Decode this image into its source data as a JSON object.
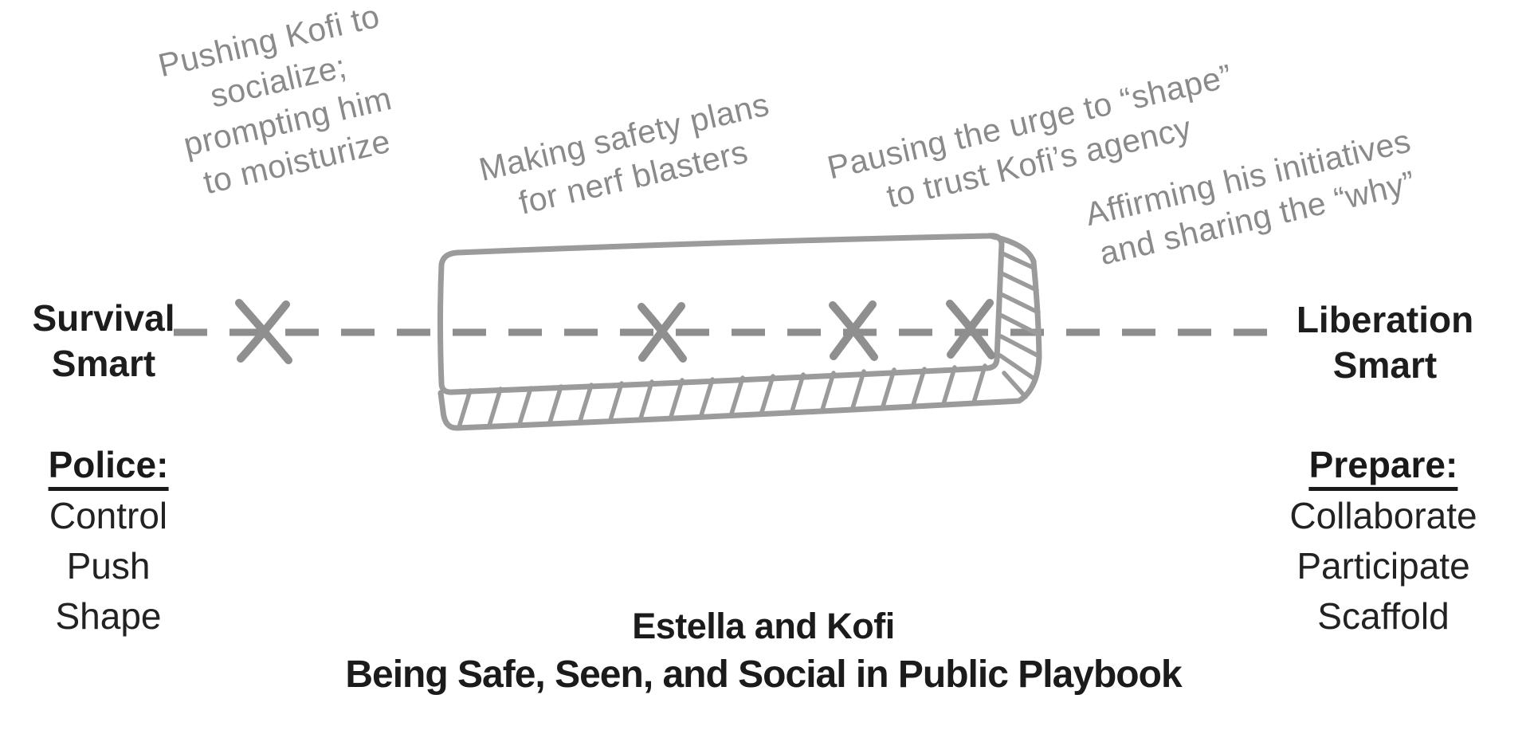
{
  "palette": {
    "background": "#ffffff",
    "ink": "#1d1d1d",
    "annotation_gray": "#8a8a8a",
    "sketch_gray": "#9b9b9b",
    "axis_gray": "#8d8d8d"
  },
  "endpoints": {
    "left": {
      "line1": "Survival",
      "line2": "Smart"
    },
    "right": {
      "line1": "Liberation",
      "line2": "Smart"
    }
  },
  "annotations": [
    {
      "lines": [
        "Pushing Kofi to",
        "socialize;",
        "prompting him",
        "to moisturize"
      ]
    },
    {
      "lines": [
        "Making safety plans",
        "for nerf blasters"
      ]
    },
    {
      "lines": [
        "Pausing the urge to “shape”",
        "to trust Kofi’s agency"
      ]
    },
    {
      "lines": [
        "Affirming his initiatives",
        "and sharing the “why”"
      ]
    }
  ],
  "left_list": {
    "heading": "Police:",
    "items": [
      "Control",
      "Push",
      "Shape"
    ]
  },
  "right_list": {
    "heading": "Prepare:",
    "items": [
      "Collaborate",
      "Participate",
      "Scaffold"
    ]
  },
  "caption": {
    "line1": "Estella and Kofi",
    "line2": "Being Safe, Seen, and Social in Public Playbook"
  }
}
